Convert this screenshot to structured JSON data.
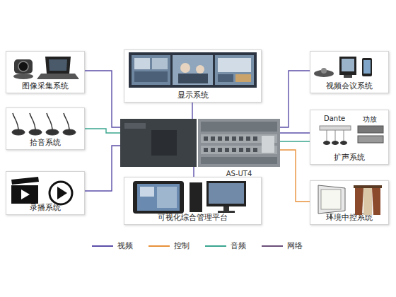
{
  "diagram": {
    "nodes": [
      {
        "text": [
          "图像采集系统"
        ]
      },
      {
        "text": [
          "显示系统"
        ]
      },
      {
        "text": [
          "视频会议系统"
        ]
      },
      {
        "text": [
          "拾音系统"
        ]
      },
      {
        "text": [
          "AS-UT4"
        ]
      },
      {
        "text": [
          "扩声系统"
        ]
      },
      {
        "text": [
          "录播系统"
        ]
      },
      {
        "text": [
          "可视化综合管理平台"
        ]
      },
      {
        "text": [
          "环境中控系统"
        ]
      }
    ],
    "edges": [
      {
        "from": 0,
        "to": 4,
        "arrow": "none"
      },
      {
        "from": 1,
        "to": 4,
        "arrow": "none"
      },
      {
        "from": 2,
        "to": 4,
        "arrow": "none"
      },
      {
        "from": 3,
        "to": 4,
        "arrow": "none"
      },
      {
        "from": 5,
        "to": 4,
        "arrow": "none"
      },
      {
        "from": 5,
        "to": 4,
        "arrow": "none"
      },
      {
        "from": 6,
        "to": 4,
        "arrow": "none"
      },
      {
        "from": 7,
        "to": 4,
        "arrow": "none"
      },
      {
        "from": 8,
        "to": 4,
        "arrow": "none"
      }
    ],
    "labels": [
      "Dante",
      "功放"
    ],
    "legend": [
      {
        "text": "视频",
        "color": "#5b4fa8"
      },
      {
        "text": "控制",
        "color": "#e8913a"
      },
      {
        "text": "音频",
        "color": "#3aa58f"
      },
      {
        "text": "网络",
        "color": "#6b4f7a"
      }
    ]
  }
}
